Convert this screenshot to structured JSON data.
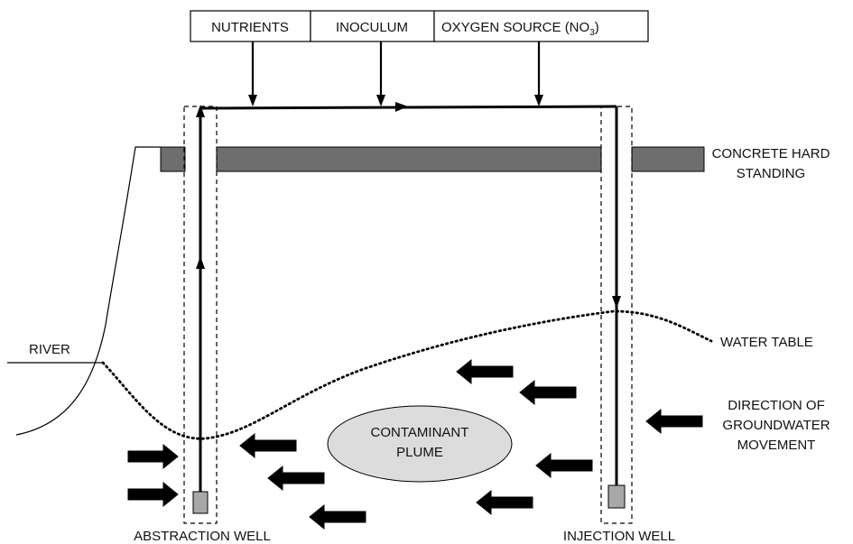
{
  "inputs": {
    "nutrients": "NUTRIENTS",
    "inoculum": "INOCULUM",
    "oxygen_main": "OXYGEN SOURCE (NO",
    "oxygen_sub": "3",
    "oxygen_close": ")"
  },
  "labels": {
    "concrete_line1": "CONCRETE HARD",
    "concrete_line2": "STANDING",
    "river": "RIVER",
    "water_table": "WATER TABLE",
    "direction_line1": "DIRECTION OF",
    "direction_line2": "GROUNDWATER",
    "direction_line3": "MOVEMENT",
    "plume_line1": "CONTAMINANT",
    "plume_line2": "PLUME",
    "abstraction_well": "ABSTRACTION WELL",
    "injection_well": "INJECTION WELL"
  },
  "colors": {
    "concrete": "#6e6e6e",
    "plume_fill": "#dcdcdc",
    "well_screen": "#a8a8a8",
    "line": "#000000"
  }
}
